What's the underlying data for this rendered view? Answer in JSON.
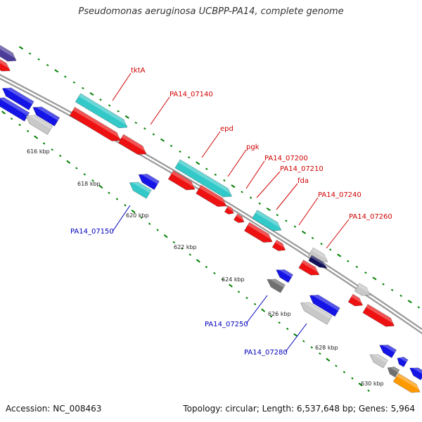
{
  "title": "Pseudomonas aeruginosa UCBPP-PA14, complete genome",
  "footer": {
    "accession": "Accession: NC_008463",
    "topology": "Topology: circular; Length: 6,537,648 bp; Genes: 5,964"
  },
  "colors": {
    "backbone": "#8c8c8c",
    "forward_label": "#d00000",
    "reverse_label": "#0000bb",
    "tick": "#008000",
    "cds_red": "#ee1111",
    "cds_teal": "#33c9c9",
    "cds_blue": "#1414e6",
    "cds_grey": "#c8c8c8",
    "cds_darkgrey": "#707070",
    "cds_purple": "#4b3c9a",
    "cds_orange": "#ff9900"
  },
  "tick_labels": [
    "616 kbp",
    "618 kbp",
    "620 kbp",
    "622 kbp",
    "624 kbp",
    "626 kbp",
    "628 kbp",
    "630 kbp"
  ],
  "forward_gene_labels": [
    "tktA",
    "PA14_07140",
    "epd",
    "pgk",
    "PA14_07200",
    "PA14_07210",
    "fda",
    "PA14_07240",
    "PA14_07260"
  ],
  "reverse_gene_labels": [
    "PA14_07150",
    "PA14_07250",
    "PA14_07280"
  ]
}
